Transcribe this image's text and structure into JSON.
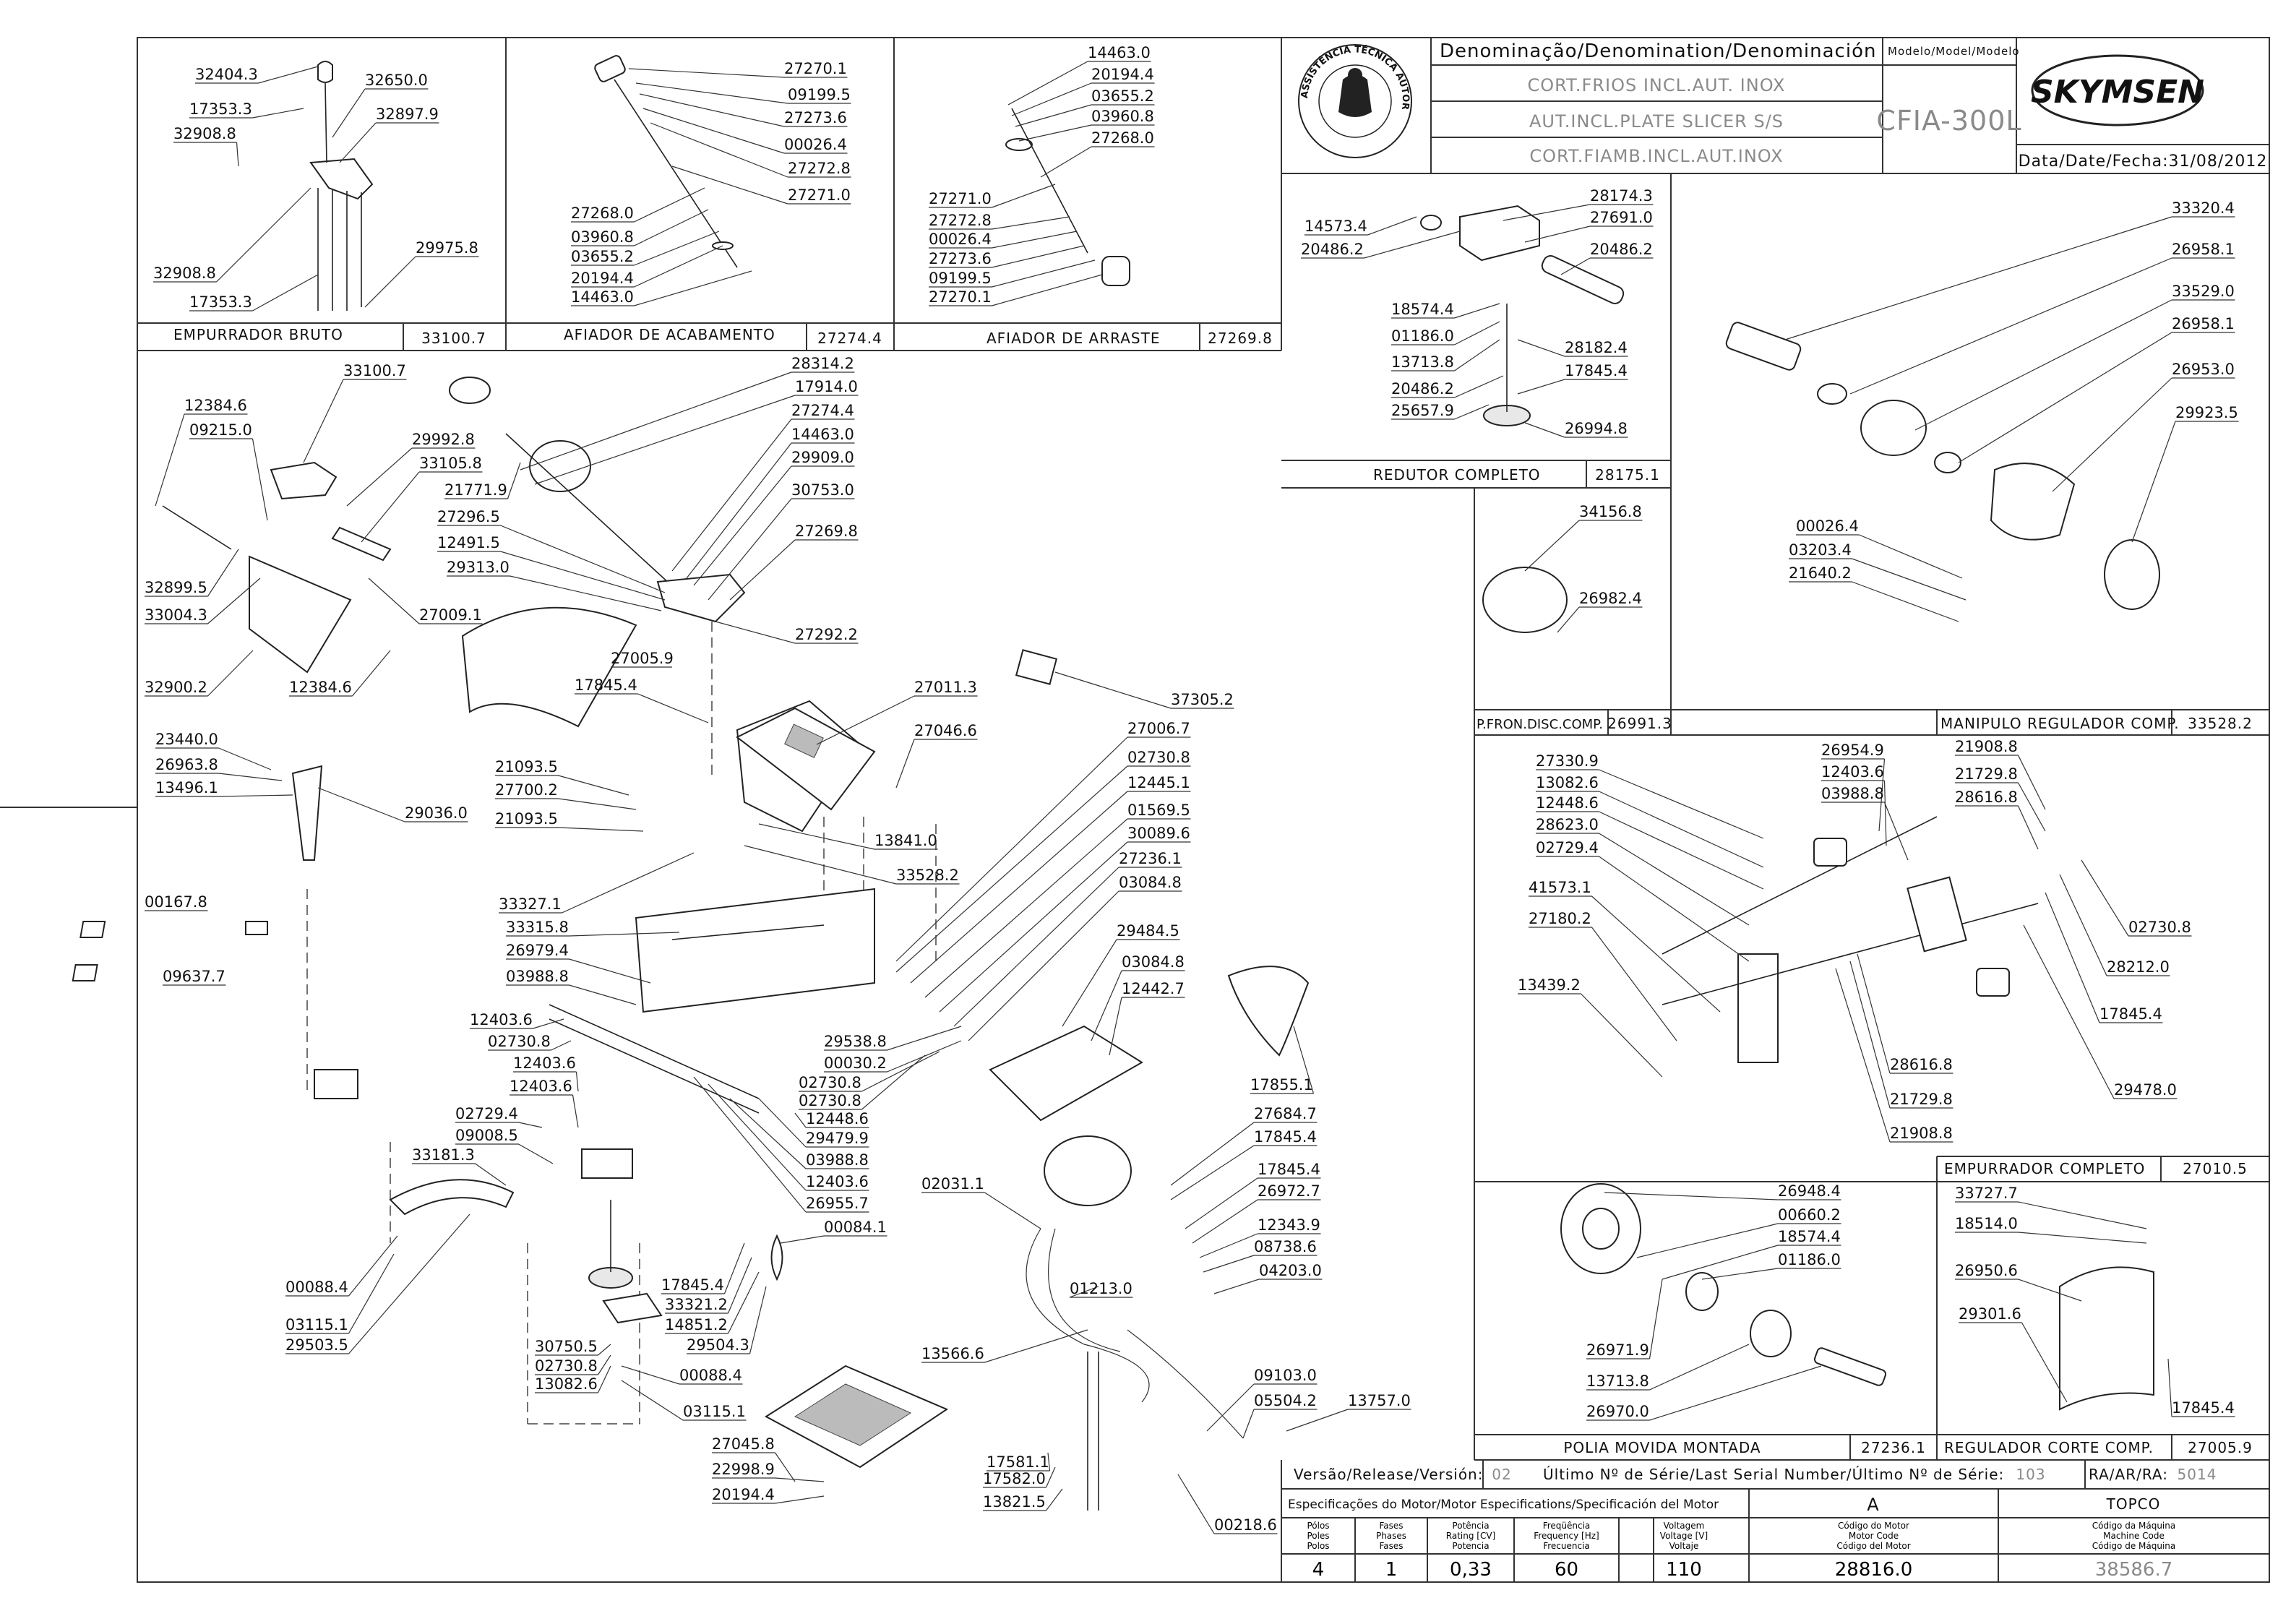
{
  "brand": {
    "name": "SKYMSEN",
    "badge_text": "ASSISTÊNCIA TÉCNICA AUTORIZADA"
  },
  "header": {
    "denomination_heading": "Denominação/Denomination/Denominación",
    "model_heading": "Modelo/Model/Modelo",
    "names": [
      "CORT.FRIOS INCL.AUT. INOX",
      "AUT.INCL.PLATE SLICER S/S",
      "CORT.FIAMB.INCL.AUT.INOX"
    ],
    "model": "CFIA-300L",
    "date": "Data/Date/Fecha:31/08/2012"
  },
  "panels": {
    "empurrador_bruto": {
      "title": "EMPURRADOR BRUTO",
      "code": "33100.7",
      "labels": [
        "32404.3",
        "32650.0",
        "17353.3",
        "32897.9",
        "32908.8",
        "32908.8",
        "17353.3",
        "29975.8"
      ]
    },
    "afiador_acabamento": {
      "title": "AFIADOR DE ACABAMENTO",
      "code": "27274.4",
      "labels": [
        "27270.1",
        "09199.5",
        "27273.6",
        "00026.4",
        "27272.8",
        "27271.0",
        "27268.0",
        "03960.8",
        "03655.2",
        "20194.4",
        "14463.0"
      ]
    },
    "afiador_arraste": {
      "title": "AFIADOR DE ARRASTE",
      "code": "27269.8",
      "labels": [
        "14463.0",
        "20194.4",
        "03655.2",
        "03960.8",
        "27268.0",
        "27271.0",
        "27272.8",
        "00026.4",
        "27273.6",
        "09199.5",
        "27270.1"
      ]
    },
    "redutor": {
      "title": "REDUTOR COMPLETO",
      "code": "28175.1",
      "labels": [
        "28174.3",
        "14573.4",
        "27691.0",
        "20486.2",
        "20486.2",
        "18574.4",
        "01186.0",
        "13713.8",
        "28182.4",
        "20486.2",
        "17845.4",
        "25657.9",
        "26994.8"
      ]
    },
    "pfron": {
      "title": "P.FRON.DISC.COMP.",
      "code": "26991.3",
      "labels": [
        "34156.8",
        "26982.4"
      ]
    },
    "manipulo": {
      "title": "MANIPULO REGULADOR COMP.",
      "code": "33528.2",
      "labels": [
        "33320.4",
        "26958.1",
        "33529.0",
        "26958.1",
        "26953.0",
        "29923.5",
        "00026.4",
        "03203.4",
        "21640.2"
      ]
    },
    "empurrador_completo": {
      "title": "EMPURRADOR COMPLETO",
      "code": "27010.5",
      "labels": [
        "27330.9",
        "13082.6",
        "12448.6",
        "28623.0",
        "02729.4",
        "41573.1",
        "27180.2",
        "13439.2",
        "26954.9",
        "12403.6",
        "03988.8",
        "21908.8",
        "21729.8",
        "28616.8",
        "02730.8",
        "28212.0",
        "17845.4",
        "29478.0",
        "28616.8",
        "21729.8",
        "21908.8"
      ]
    },
    "polia": {
      "title": "POLIA MOVIDA MONTADA",
      "code": "27236.1",
      "labels": [
        "26948.4",
        "00660.2",
        "18574.4",
        "01186.0",
        "26971.9",
        "13713.8",
        "26970.0"
      ]
    },
    "regulador": {
      "title": "REGULADOR CORTE COMP.",
      "code": "27005.9",
      "labels": [
        "33727.7",
        "18514.0",
        "26950.6",
        "29301.6",
        "17845.4"
      ]
    }
  },
  "main_labels": {
    "left": [
      "33100.7",
      "12384.6",
      "09215.0",
      "29992.8",
      "33105.8",
      "32899.5",
      "33004.3",
      "27009.1",
      "32900.2",
      "12384.6",
      "23440.0",
      "26963.8",
      "13496.1",
      "29036.0",
      "00167.8",
      "09637.7",
      "33181.3",
      "00088.4",
      "03115.1",
      "29503.5"
    ],
    "center": [
      "28314.2",
      "17914.0",
      "27274.4",
      "14463.0",
      "29909.0",
      "30753.0",
      "21771.9",
      "27296.5",
      "12491.5",
      "29313.0",
      "27269.8",
      "27292.2",
      "27005.9",
      "17845.4",
      "21093.5",
      "27700.2",
      "21093.5",
      "33327.1",
      "33315.8",
      "26979.4",
      "03988.8",
      "12403.6",
      "02730.8",
      "12403.6",
      "12403.6",
      "02729.4",
      "09008.5",
      "17845.4",
      "33321.2",
      "14851.2",
      "29504.3",
      "30750.5",
      "02730.8",
      "13082.6",
      "00088.4",
      "03115.1",
      "27011.3",
      "27046.6",
      "13841.0",
      "33528.2",
      "29538.8",
      "00030.2",
      "02730.8",
      "02730.8",
      "12448.6",
      "29479.9",
      "03988.8",
      "12403.6",
      "26955.7",
      "00084.1"
    ],
    "right": [
      "37305.2",
      "27006.7",
      "02730.8",
      "12445.1",
      "01569.5",
      "30089.6",
      "27236.1",
      "03084.8",
      "29484.5",
      "03084.8",
      "12442.7",
      "17855.1",
      "27684.7",
      "17845.4",
      "17845.4",
      "26972.7",
      "12343.9",
      "08738.6",
      "04203.0",
      "02031.1",
      "01213.0",
      "13566.6",
      "09103.0",
      "05504.2",
      "13757.0",
      "27045.8",
      "22998.9",
      "20194.4",
      "17581.1",
      "17582.0",
      "13821.5",
      "00218.6"
    ]
  },
  "footer": {
    "version_label": "Versão/Release/Versión:",
    "version_value": "02",
    "serial_label": "Último Nº de Série/Last Serial Number/Último Nº de Série:",
    "serial_value": "103",
    "ra_label": "RA/AR/RA:",
    "ra_value": "5014",
    "motor_spec_label": "Especificações do Motor/Motor Especifications/Specificación del Motor",
    "col_a": "A",
    "col_topco": "TOPCO",
    "columns": [
      {
        "head": [
          "Pólos",
          "Poles",
          "Polos"
        ],
        "value": "4"
      },
      {
        "head": [
          "Fases",
          "Phases",
          "Fases"
        ],
        "value": "1"
      },
      {
        "head": [
          "Potência",
          "Rating [CV]",
          "Potencia"
        ],
        "value": "0,33"
      },
      {
        "head": [
          "Freqüência",
          "Frequency [Hz]",
          "Frecuencia"
        ],
        "value": "60"
      },
      {
        "head": [
          "Voltagem",
          "Voltage [V]",
          "Voltaje"
        ],
        "value": "110"
      },
      {
        "head": [
          "Código do Motor",
          "Motor Code",
          "Código del Motor"
        ],
        "value": "28816.0"
      },
      {
        "head": [
          "Código da Máquina",
          "Machine Code",
          "Código de Máquina"
        ],
        "value": "38586.7"
      }
    ]
  }
}
